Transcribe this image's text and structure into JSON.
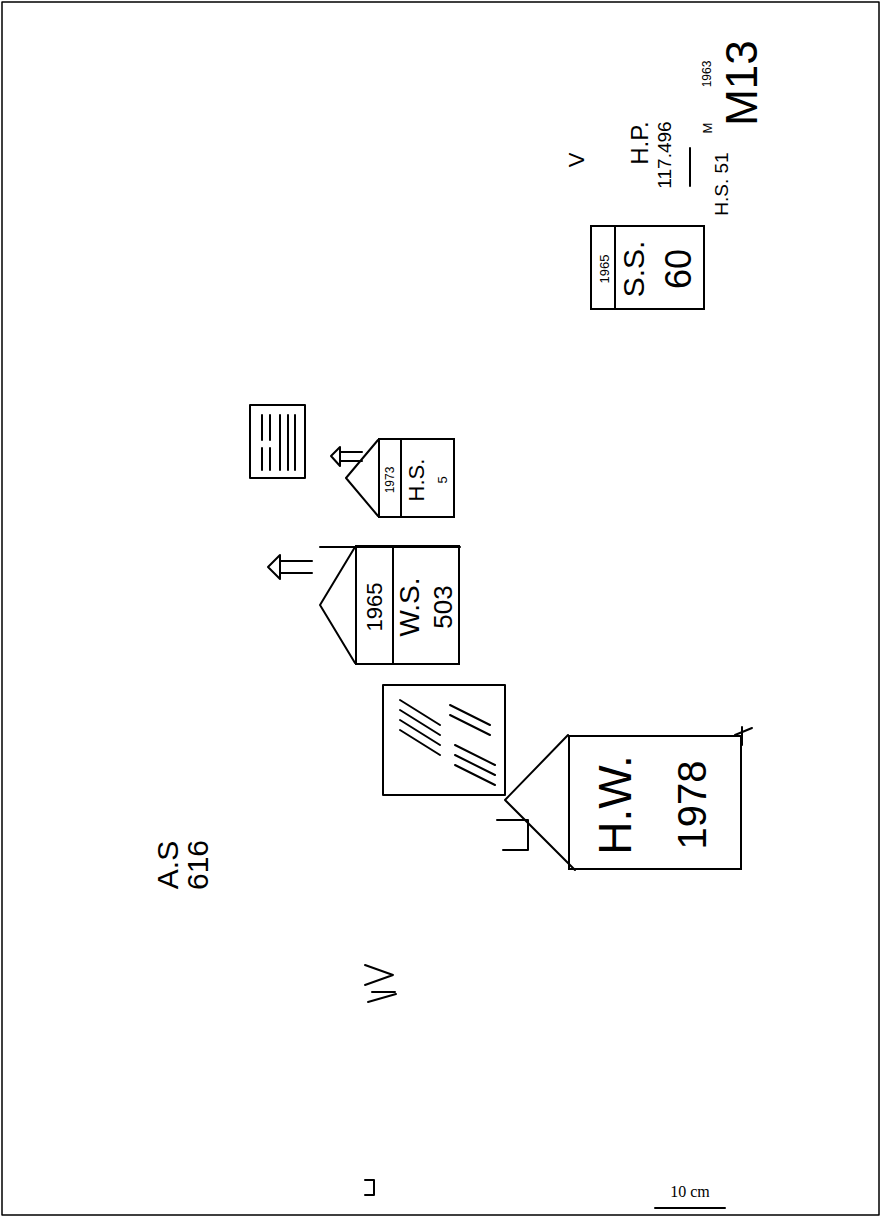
{
  "diagram": {
    "nodes": [
      {
        "text": [
          "1965",
          "S.S.",
          "60"
        ]
      },
      {
        "text": [
          "1965",
          "W.S.",
          "503"
        ]
      },
      {
        "text": [
          "1973",
          "H.S.",
          "5"
        ]
      },
      {
        "text": [
          "H.W.",
          "1978"
        ]
      }
    ],
    "labels": [
      "1963",
      "M13",
      "V",
      "H.P.",
      "117.496",
      "M",
      "H.S. 51",
      "A.S 616",
      "10 cm"
    ]
  }
}
